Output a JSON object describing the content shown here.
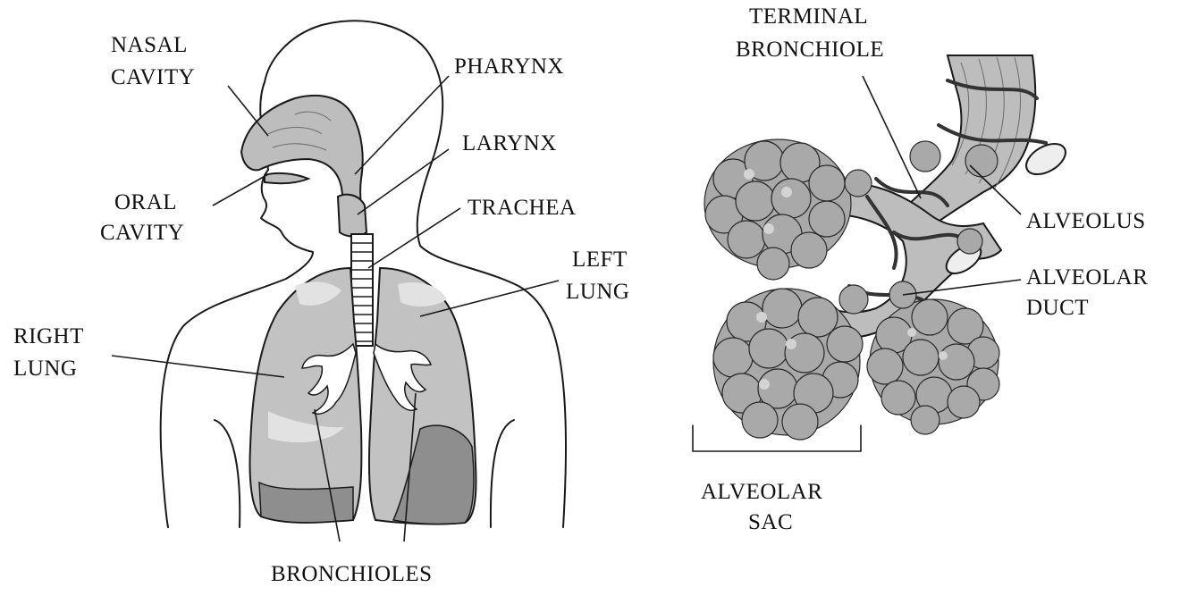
{
  "labels": {
    "nasal_cavity": [
      "NASAL",
      "CAVITY"
    ],
    "oral_cavity": [
      "ORAL",
      "CAVITY"
    ],
    "pharynx": "PHARYNX",
    "larynx": "LARYNX",
    "trachea": "TRACHEA",
    "left_lung": [
      "LEFT",
      "LUNG"
    ],
    "right_lung": [
      "RIGHT",
      "LUNG"
    ],
    "bronchioles": "BRONCHIOLES",
    "terminal_bronchiole": [
      "TERMINAL",
      "BRONCHIOLE"
    ],
    "alveolus": "ALVEOLUS",
    "alveolar_duct": [
      "ALVEOLAR",
      "DUCT"
    ],
    "alveolar_sac": [
      "ALVEOLAR",
      "SAC"
    ]
  }
}
